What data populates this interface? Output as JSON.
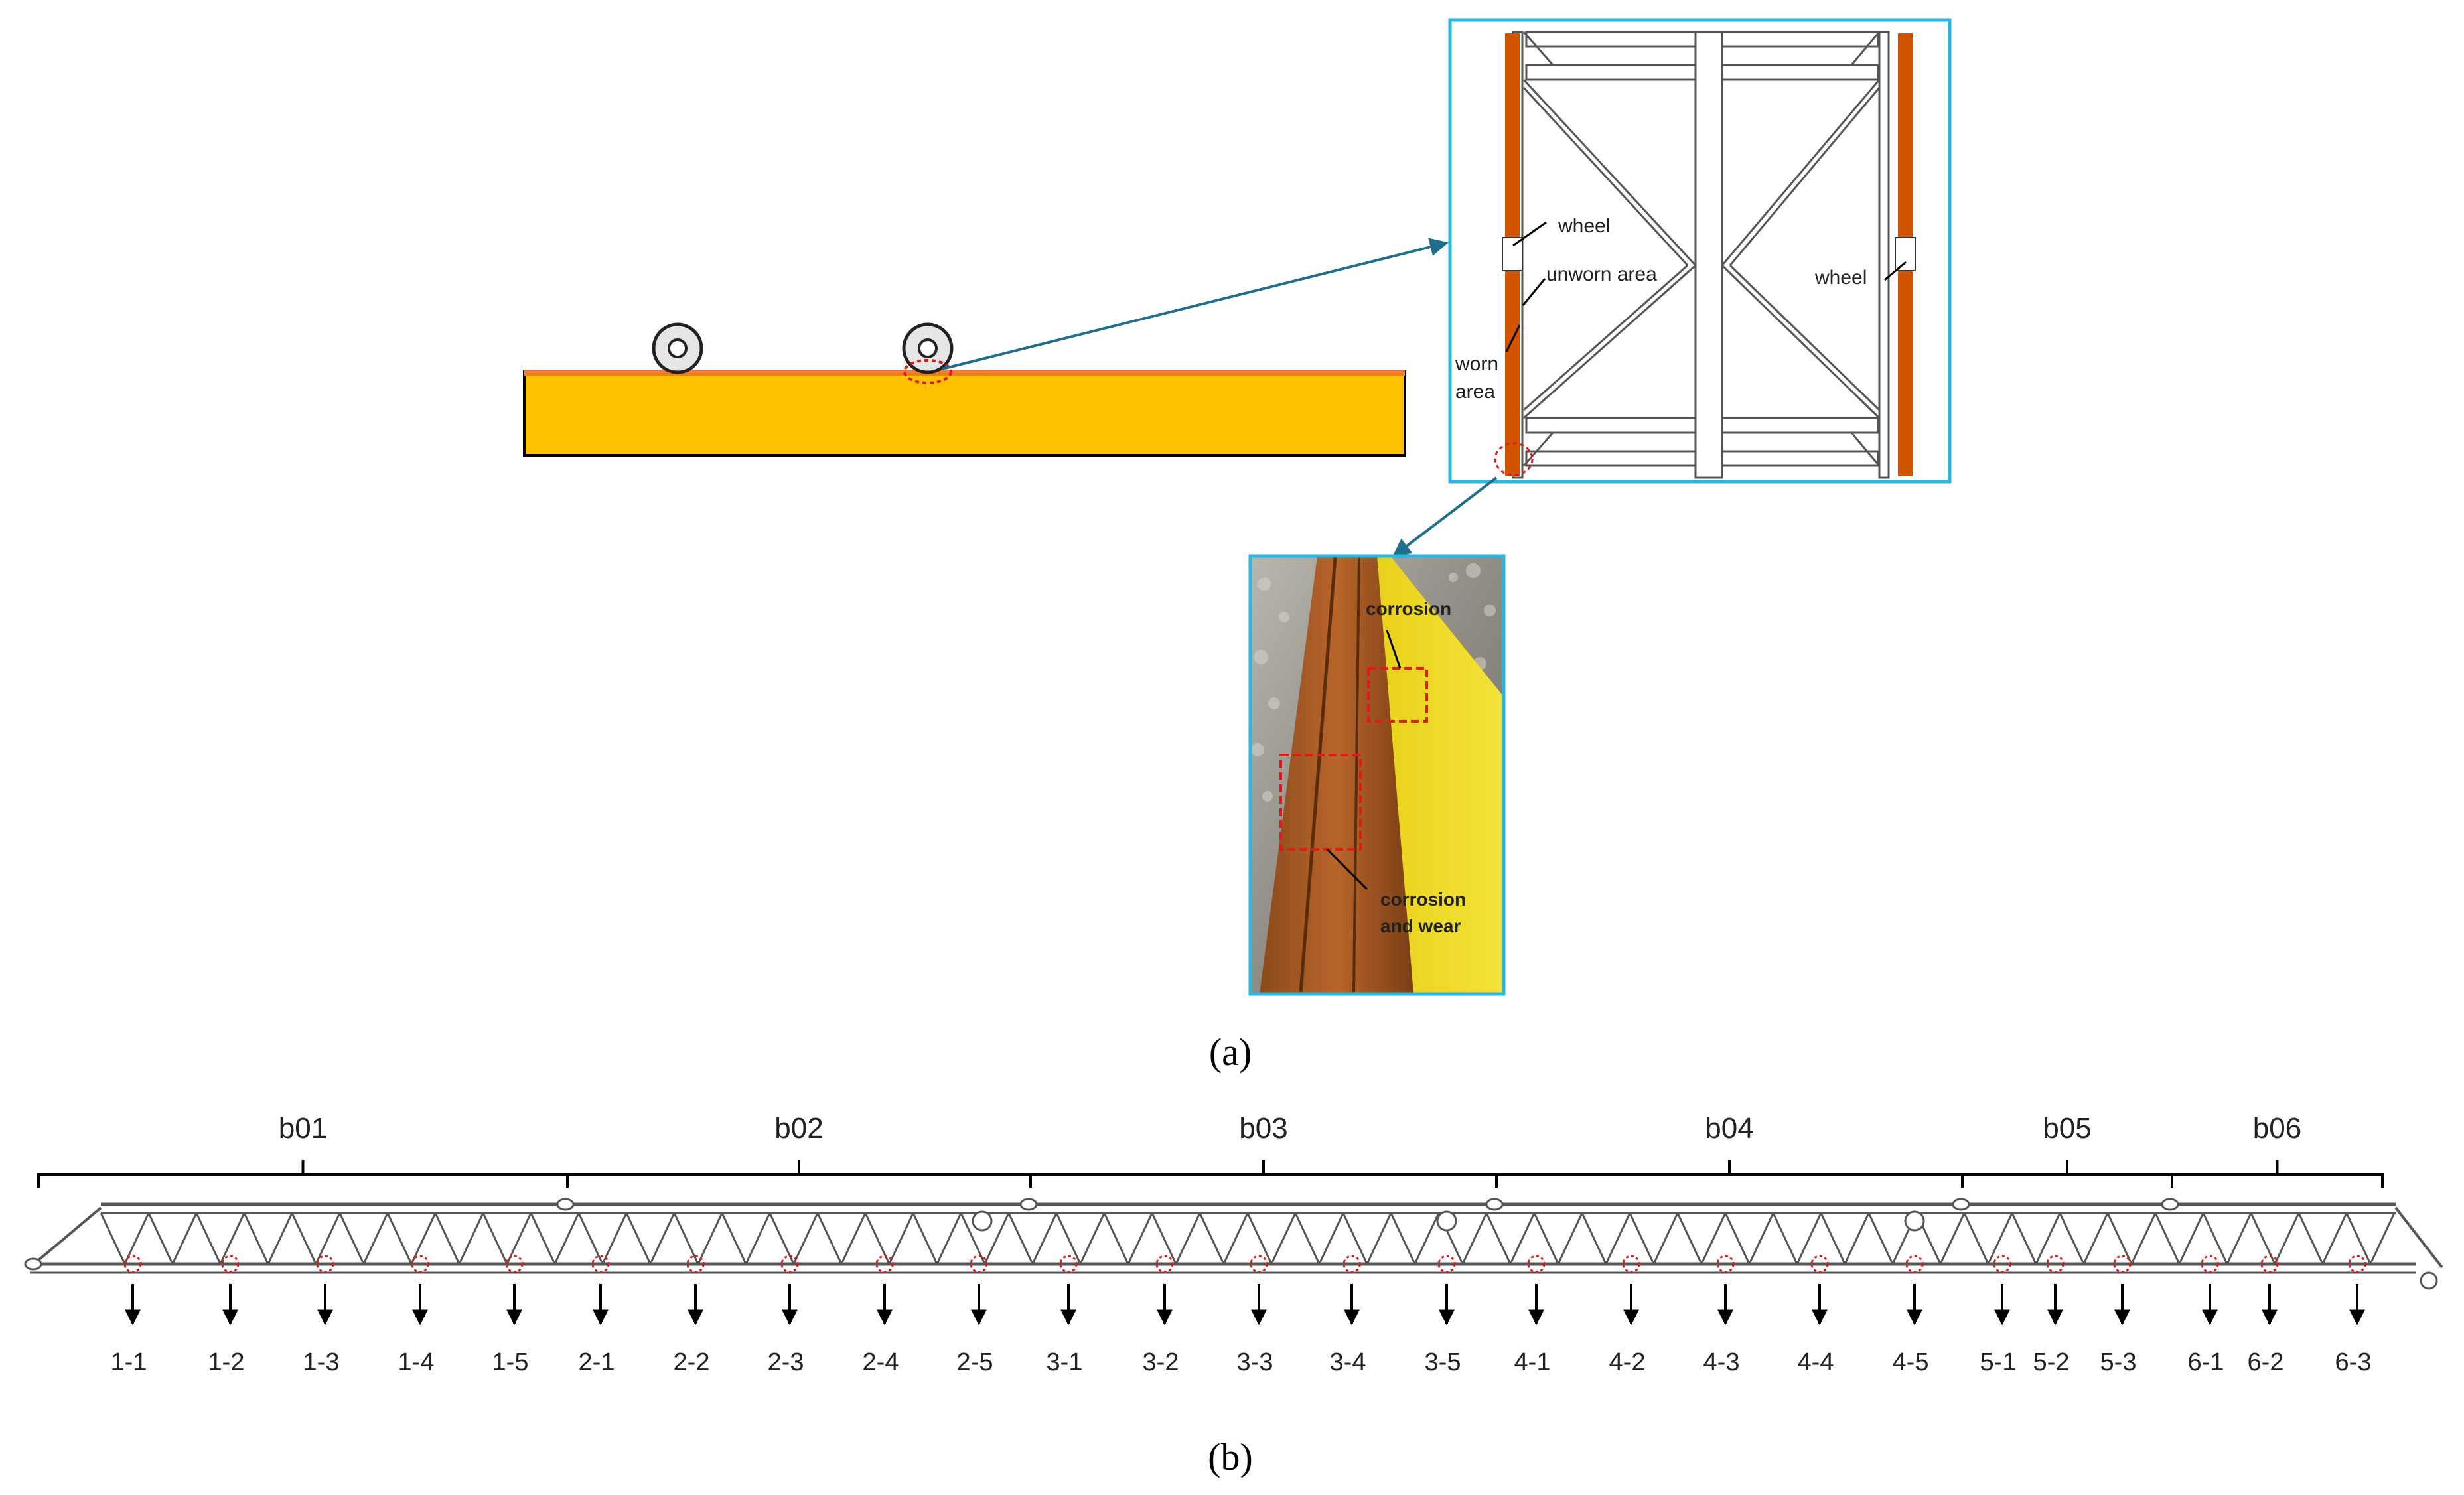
{
  "panel_a": {
    "caption": "(a)",
    "rail_color": "#FFC000",
    "rail_top_color": "#F07D2C",
    "box_border_color": "#29B6E0",
    "arrow_color": "#1F6E8C",
    "labels": {
      "wheel_left": "wheel",
      "unworn_area": "unworn area",
      "wheel_right": "wheel",
      "worn": "worn",
      "area": "area"
    },
    "photo": {
      "corrosion": "corrosion",
      "corrosion_and": "corrosion",
      "and_wear": "and wear"
    }
  },
  "panel_b": {
    "caption": "(b)",
    "brackets": [
      "b01",
      "b02",
      "b03",
      "b04",
      "b05",
      "b06"
    ],
    "points": [
      "1-1",
      "1-2",
      "1-3",
      "1-4",
      "1-5",
      "2-1",
      "2-2",
      "2-3",
      "2-4",
      "2-5",
      "3-1",
      "3-2",
      "3-3",
      "3-4",
      "3-5",
      "4-1",
      "4-2",
      "4-3",
      "4-4",
      "4-5",
      "5-1",
      "5-2",
      "5-3",
      "6-1",
      "6-2",
      "6-3"
    ]
  }
}
